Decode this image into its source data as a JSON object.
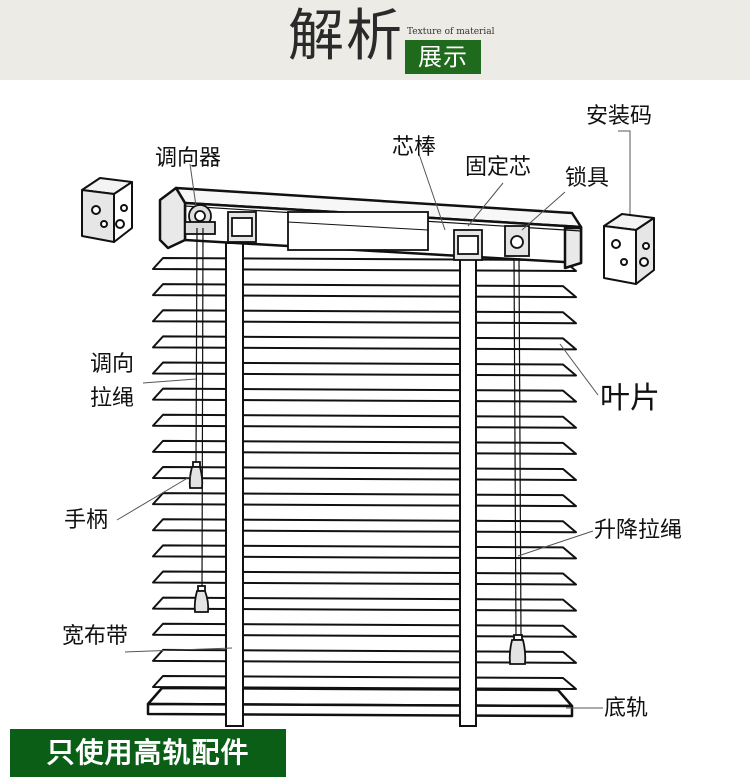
{
  "header": {
    "title": "解析",
    "subtitle_en": "Texture of material",
    "badge": "展示",
    "background": "#ecebe5",
    "badge_color": "#1f6a1d"
  },
  "labels": {
    "tilter": "调向器",
    "core_rod": "芯棒",
    "mounting_bracket": "安装码",
    "core_fixer": "固定芯",
    "lock": "锁具",
    "tilt_cord_line1": "调向",
    "tilt_cord_line2": "拉绳",
    "slat": "叶片",
    "handle": "手柄",
    "lift_cord": "升降拉绳",
    "ladder_tape": "宽布带",
    "bottom_rail": "底轨"
  },
  "footer": {
    "text": "只使用高轨配件",
    "color": "#0b5e16"
  }
}
